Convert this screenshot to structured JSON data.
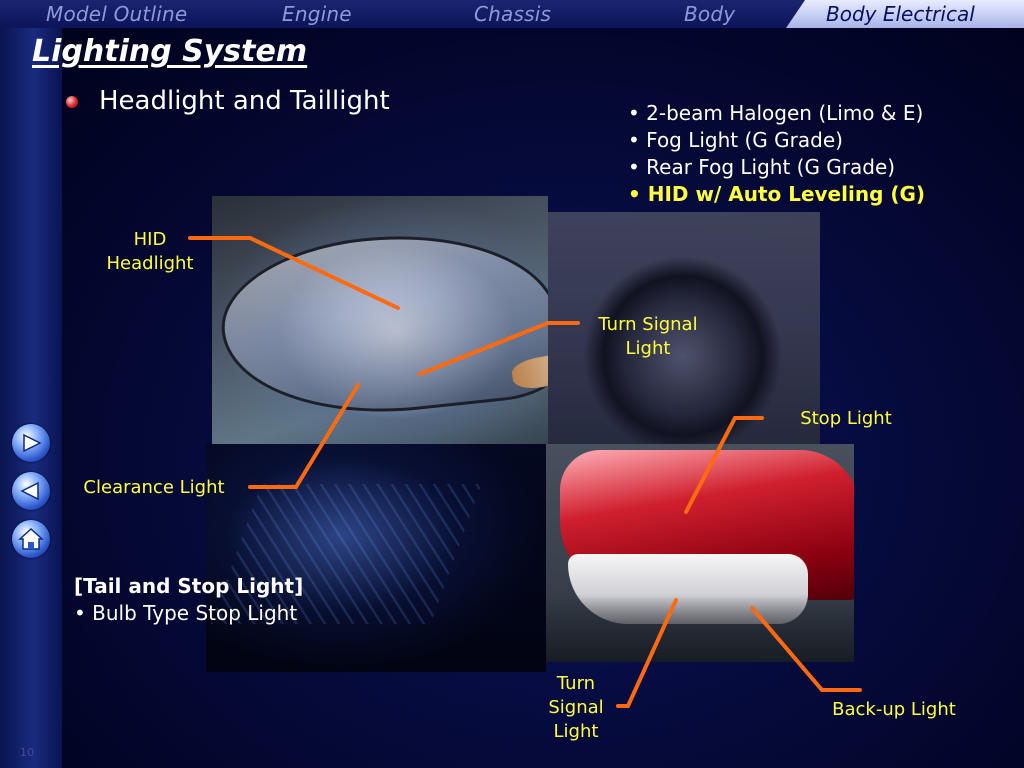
{
  "nav": {
    "items": [
      {
        "label": "Model Outline"
      },
      {
        "label": "Engine"
      },
      {
        "label": "Chassis"
      },
      {
        "label": "Body"
      },
      {
        "label": "Body Electrical"
      }
    ],
    "active_index": 4
  },
  "title": "Lighting System",
  "subtitle": "Headlight and Taillight",
  "specs": [
    "• 2-beam Halogen (Limo & E)",
    "• Fog Light (G Grade)",
    "• Rear Fog Light (G Grade)",
    "• HID w/ Auto Leveling (G)"
  ],
  "labels": {
    "hid_headlight": [
      "HID",
      "Headlight"
    ],
    "turn_signal_front": [
      "Turn Signal",
      "Light"
    ],
    "stop_light": "Stop Light",
    "clearance_light": "Clearance Light",
    "turn_signal_rear": [
      "Turn",
      "Signal",
      "Light"
    ],
    "backup_light": "Back-up Light"
  },
  "tail_section": {
    "heading": "[Tail and Stop Light]",
    "bullet": "• Bulb Type Stop Light"
  },
  "side_buttons": [
    "next-arrow-icon",
    "back-arrow-icon",
    "home-icon"
  ],
  "page_number": "10",
  "colors": {
    "accent_label": "#ffff40",
    "leader_line": "#ff6a10",
    "highlight_text": "#ffff40"
  }
}
